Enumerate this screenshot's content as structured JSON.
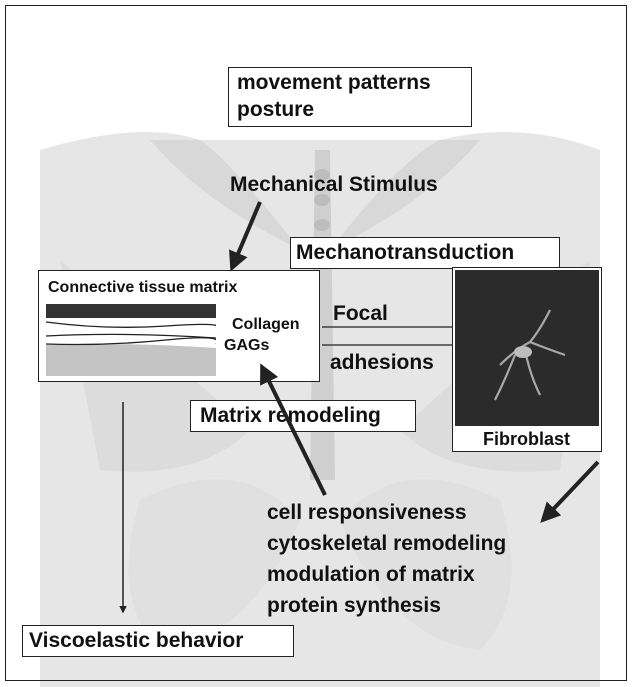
{
  "colors": {
    "background": "#ffffff",
    "ink": "#111111",
    "tissue_dark": "#3a3a3a",
    "tissue_light": "#c8c8c8",
    "micrograph": "#2b2b2b"
  },
  "labels": {
    "top_line1": "movement patterns",
    "top_line2": "posture",
    "mechanical_stimulus": "Mechanical Stimulus",
    "mechanotransduction": "Mechanotransduction",
    "connective_tissue": "Connective tissue matrix",
    "collagen": "Collagen",
    "gags": "GAGs",
    "focal": "Focal",
    "adhesions": "adhesions",
    "matrix_remodeling": "Matrix remodeling",
    "fibroblast": "Fibroblast",
    "response_1": "cell responsiveness",
    "response_2": "cytoskeletal remodeling",
    "response_3": "modulation of  matrix",
    "response_4": "protein synthesis",
    "viscoelastic": "Viscoelastic behavior"
  }
}
